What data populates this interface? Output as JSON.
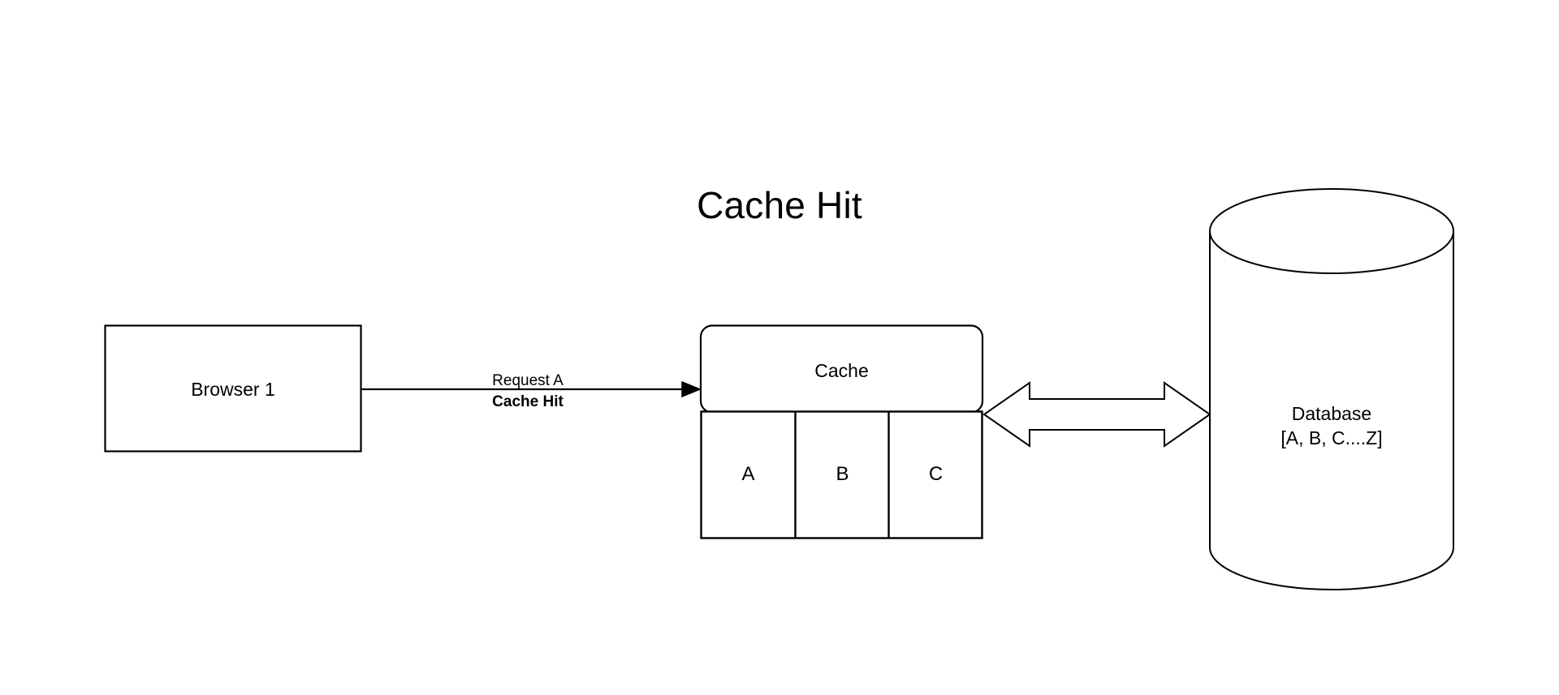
{
  "diagram": {
    "title": "Cache Hit",
    "background_color": "#ffffff",
    "stroke_color": "#000000",
    "text_color": "#000000"
  },
  "nodes": {
    "browser": {
      "label": "Browser 1",
      "shape": "rectangle"
    },
    "cache": {
      "label": "Cache",
      "shape": "rounded-rectangle",
      "cells": [
        {
          "label": "A"
        },
        {
          "label": "B"
        },
        {
          "label": "C"
        }
      ]
    },
    "database": {
      "shape": "cylinder",
      "label_line1": "Database",
      "label_line2": "[A, B, C....Z]"
    }
  },
  "edges": {
    "browser_to_cache": {
      "label_line1": "Request A",
      "label_line2": "Cache Hit",
      "direction": "one-way",
      "arrow_icon": "arrow-right-icon"
    },
    "cache_to_database": {
      "direction": "bidirectional",
      "arrow_icon": "double-arrow-icon",
      "label": ""
    }
  }
}
